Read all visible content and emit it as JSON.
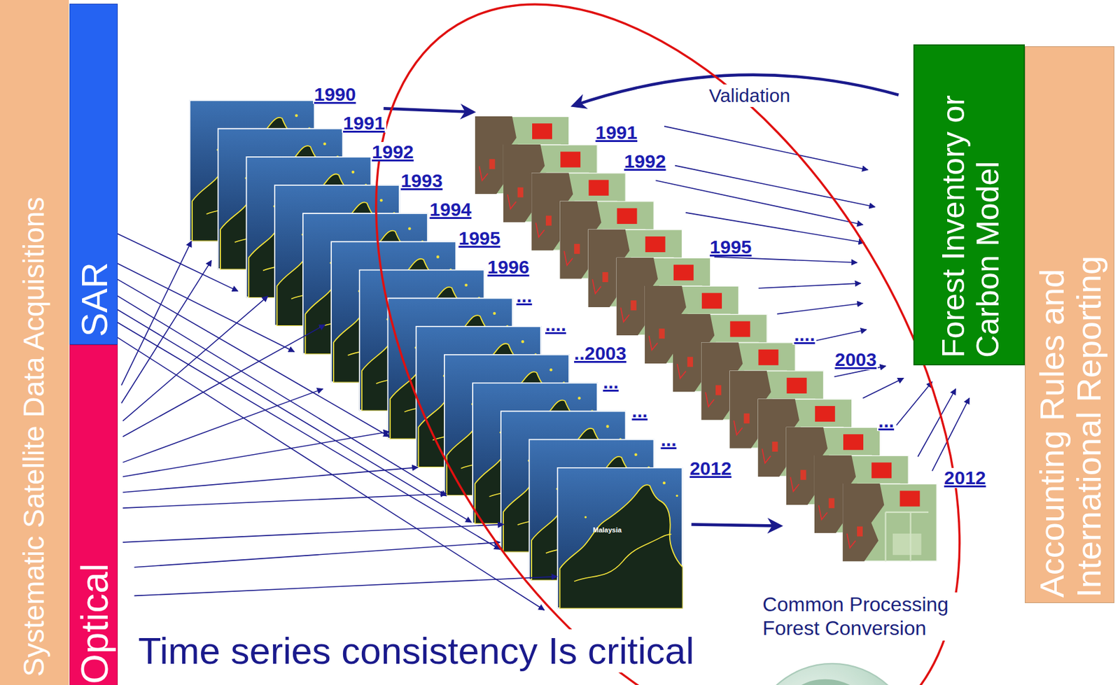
{
  "diagram": {
    "nodes": [
      {
        "text": [
          "Systematic Satellite Data Acquisitions"
        ]
      },
      {
        "text": [
          "SAR"
        ]
      },
      {
        "text": [
          "Optical"
        ]
      },
      {
        "text": [
          "Forest Inventory or Carbon Model"
        ]
      },
      {
        "text": [
          "Accounting Rules and International Reporting"
        ]
      }
    ],
    "labels": [
      "1990",
      "1991",
      "1992",
      "1993",
      "1994",
      "1995",
      "1996",
      "...",
      "....",
      "..2003",
      "...",
      "...",
      "...",
      "2012",
      "Malaysia",
      "Validation",
      "1991",
      "1992",
      "1995",
      "....",
      "2003",
      "...",
      "2012",
      "Common Processing Forest Conversion",
      "Time series consistency Is critical"
    ]
  }
}
